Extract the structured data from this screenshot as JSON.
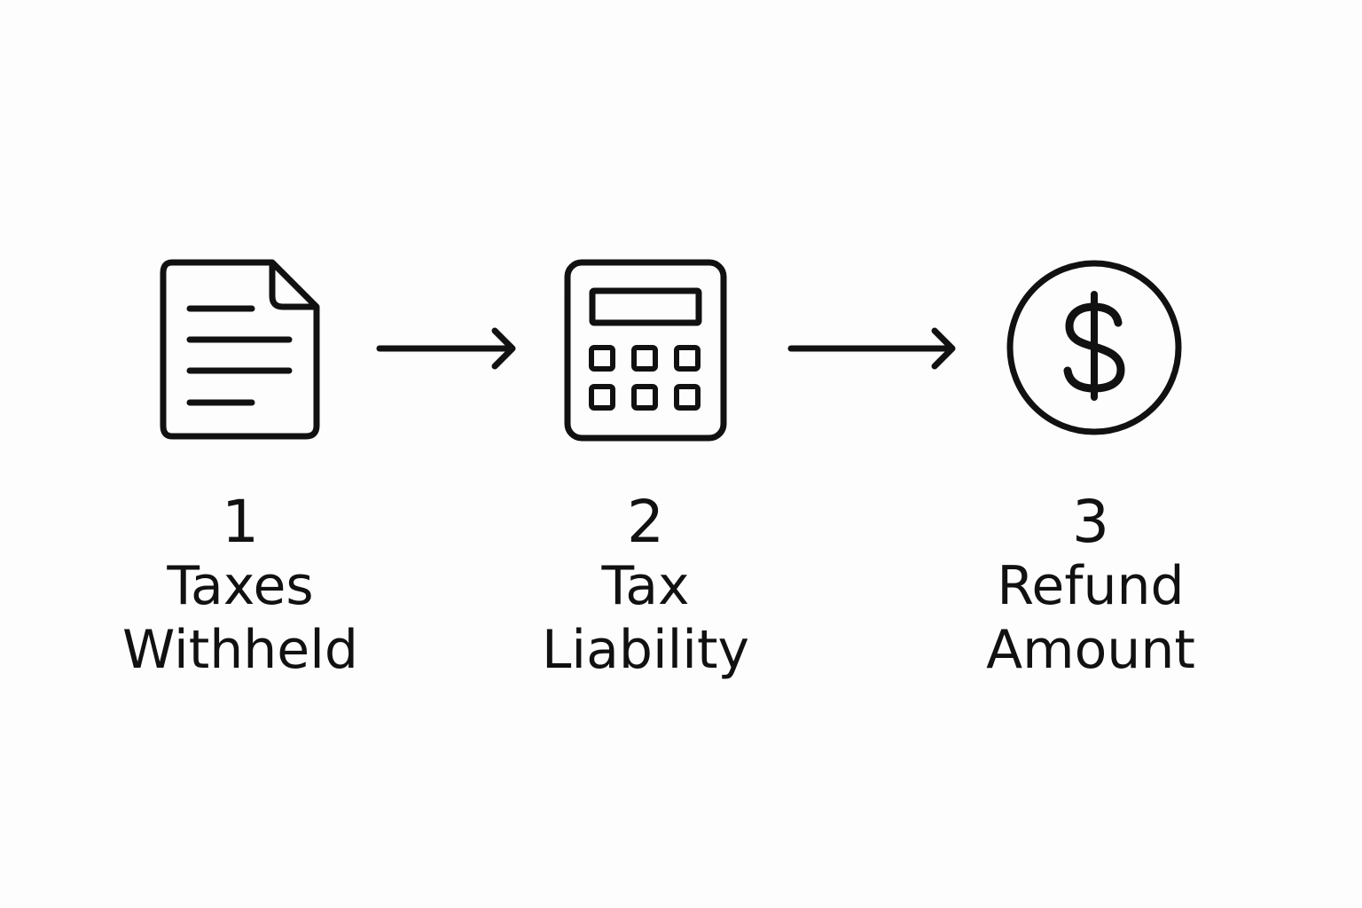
{
  "steps": [
    {
      "number": "1",
      "label_lines": [
        "Taxes",
        "Withheld"
      ],
      "icon": "document-icon"
    },
    {
      "number": "2",
      "label_lines": [
        "Tax",
        "Liability"
      ],
      "icon": "calculator-icon"
    },
    {
      "number": "3",
      "label_lines": [
        "Refund",
        "Amount"
      ],
      "icon": "dollar-coin-icon"
    }
  ],
  "colors": {
    "background": "#fdfdfd",
    "stroke": "#111111"
  }
}
